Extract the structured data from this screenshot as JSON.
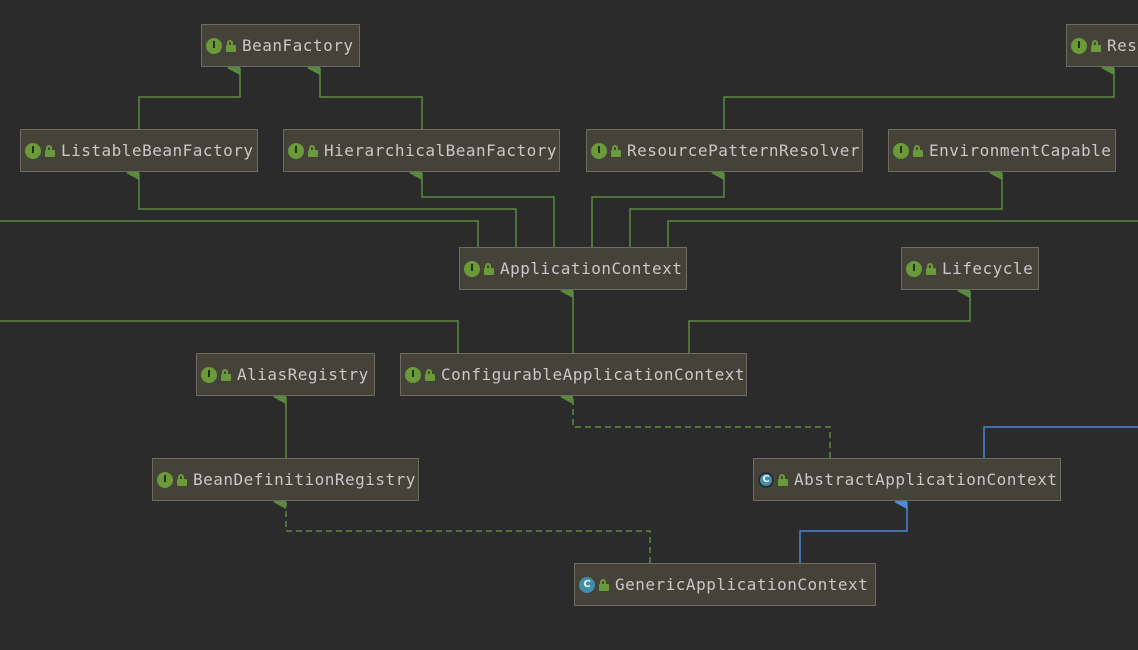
{
  "colors": {
    "background": "#2b2b2b",
    "node_fill": "#45423a",
    "node_border": "#6b6b62",
    "text": "#c8c8c8",
    "interface_edge": "#5a8a3e",
    "class_edge": "#4a88d8"
  },
  "nodes": [
    {
      "label": "BeanFactory",
      "kind": "interface",
      "icon": "interface-icon"
    },
    {
      "label": "Res",
      "kind": "interface",
      "icon": "interface-icon"
    },
    {
      "label": "ListableBeanFactory",
      "kind": "interface",
      "icon": "interface-icon"
    },
    {
      "label": "HierarchicalBeanFactory",
      "kind": "interface",
      "icon": "interface-icon"
    },
    {
      "label": "ResourcePatternResolver",
      "kind": "interface",
      "icon": "interface-icon"
    },
    {
      "label": "EnvironmentCapable",
      "kind": "interface",
      "icon": "interface-icon"
    },
    {
      "label": "ApplicationContext",
      "kind": "interface",
      "icon": "interface-icon"
    },
    {
      "label": "Lifecycle",
      "kind": "interface",
      "icon": "interface-icon"
    },
    {
      "label": "AliasRegistry",
      "kind": "interface",
      "icon": "interface-icon"
    },
    {
      "label": "ConfigurableApplicationContext",
      "kind": "interface",
      "icon": "interface-icon"
    },
    {
      "label": "BeanDefinitionRegistry",
      "kind": "interface",
      "icon": "interface-icon"
    },
    {
      "label": "AbstractApplicationContext",
      "kind": "abstract-class",
      "icon": "abstract-class-icon"
    },
    {
      "label": "GenericApplicationContext",
      "kind": "class",
      "icon": "class-icon"
    }
  ],
  "edges": [
    {
      "from": "ListableBeanFactory",
      "to": "BeanFactory",
      "type": "extends"
    },
    {
      "from": "HierarchicalBeanFactory",
      "to": "BeanFactory",
      "type": "extends"
    },
    {
      "from": "ResourcePatternResolver",
      "to": "Res",
      "type": "extends"
    },
    {
      "from": "ApplicationContext",
      "to": "ListableBeanFactory",
      "type": "extends"
    },
    {
      "from": "ApplicationContext",
      "to": "HierarchicalBeanFactory",
      "type": "extends"
    },
    {
      "from": "ApplicationContext",
      "to": "ResourcePatternResolver",
      "type": "extends"
    },
    {
      "from": "ApplicationContext",
      "to": "EnvironmentCapable",
      "type": "extends"
    },
    {
      "from": "ConfigurableApplicationContext",
      "to": "ApplicationContext",
      "type": "extends"
    },
    {
      "from": "ConfigurableApplicationContext",
      "to": "Lifecycle",
      "type": "extends"
    },
    {
      "from": "BeanDefinitionRegistry",
      "to": "AliasRegistry",
      "type": "extends"
    },
    {
      "from": "AbstractApplicationContext",
      "to": "ConfigurableApplicationContext",
      "type": "implements"
    },
    {
      "from": "GenericApplicationContext",
      "to": "AbstractApplicationContext",
      "type": "class-extends"
    },
    {
      "from": "GenericApplicationContext",
      "to": "BeanDefinitionRegistry",
      "type": "implements"
    }
  ]
}
